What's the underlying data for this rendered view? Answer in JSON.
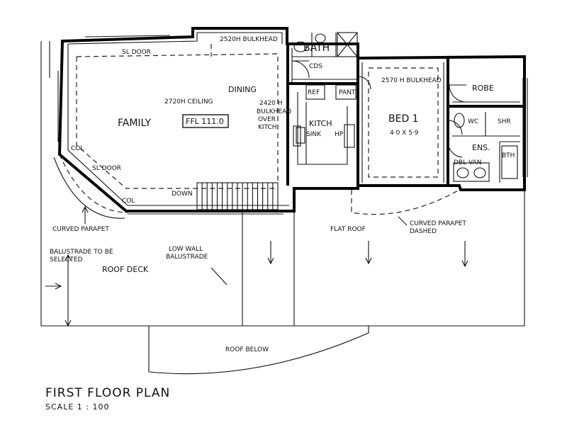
{
  "plan": {
    "title": "FIRST  FLOOR  PLAN",
    "scale": "SCALE  1 : 100"
  },
  "labels": {
    "bulkhead_2520": "2520H BULKHEAD",
    "bath": "BATH",
    "sl_door_top": "SL DOOR",
    "cds": "CDS",
    "bulkhead_2570": "2570 H BULKHEAD",
    "robe": "ROBE",
    "ceiling_2720": "2720H CEILING",
    "dining": "DINING",
    "bulkhead_kitch_1": "2420 H",
    "bulkhead_kitch_2": "BULKHEAD",
    "bulkhead_kitch_3": "OVER",
    "bulkhead_kitch_4": "KITCH",
    "ref": "REF",
    "pant": "PANT",
    "family": "FAMILY",
    "ffl": "FFL 111.0",
    "kitch": "KITCH",
    "sink": "SINK",
    "hp": "HP",
    "bed1": "BED 1",
    "bed1_size": "4·0 X 5·9",
    "wc": "WC",
    "shr": "SHR",
    "ens": "ENS.",
    "bth": "BTH",
    "dbl_van": "DBL VAN",
    "col_left": "COL",
    "sl_door_left": "SL DOOR",
    "col_bottom": "COL",
    "down": "DOWN",
    "curved_parapet_left": "CURVED PARAPET",
    "flat_roof": "FLAT ROOF",
    "curved_parapet_right_1": "CURVED PARAPET",
    "curved_parapet_right_2": "DASHED",
    "balustrade_1": "BALUSTRADE TO BÉ",
    "balustrade_2": "SELECTED",
    "low_wall_1": "LOW WALL",
    "low_wall_2": "BALUSTRADE",
    "roof_deck": "ROOF DECK",
    "roof_below": "ROOF BELOW"
  }
}
